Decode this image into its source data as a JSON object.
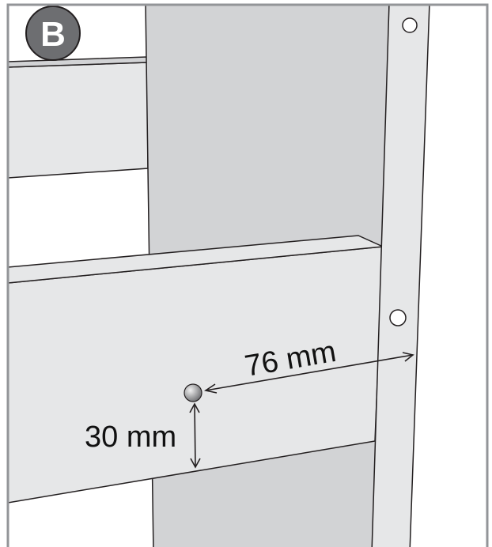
{
  "step_badge": "B",
  "dimensions": {
    "horizontal_label": "76 mm",
    "vertical_label": "30 mm"
  },
  "colors": {
    "panel_fill": "#d2d3d5",
    "board_fill": "#e6e7e8",
    "outline": "#231f20",
    "badge_fill": "#6d6e71",
    "frame_border": "#939598"
  }
}
